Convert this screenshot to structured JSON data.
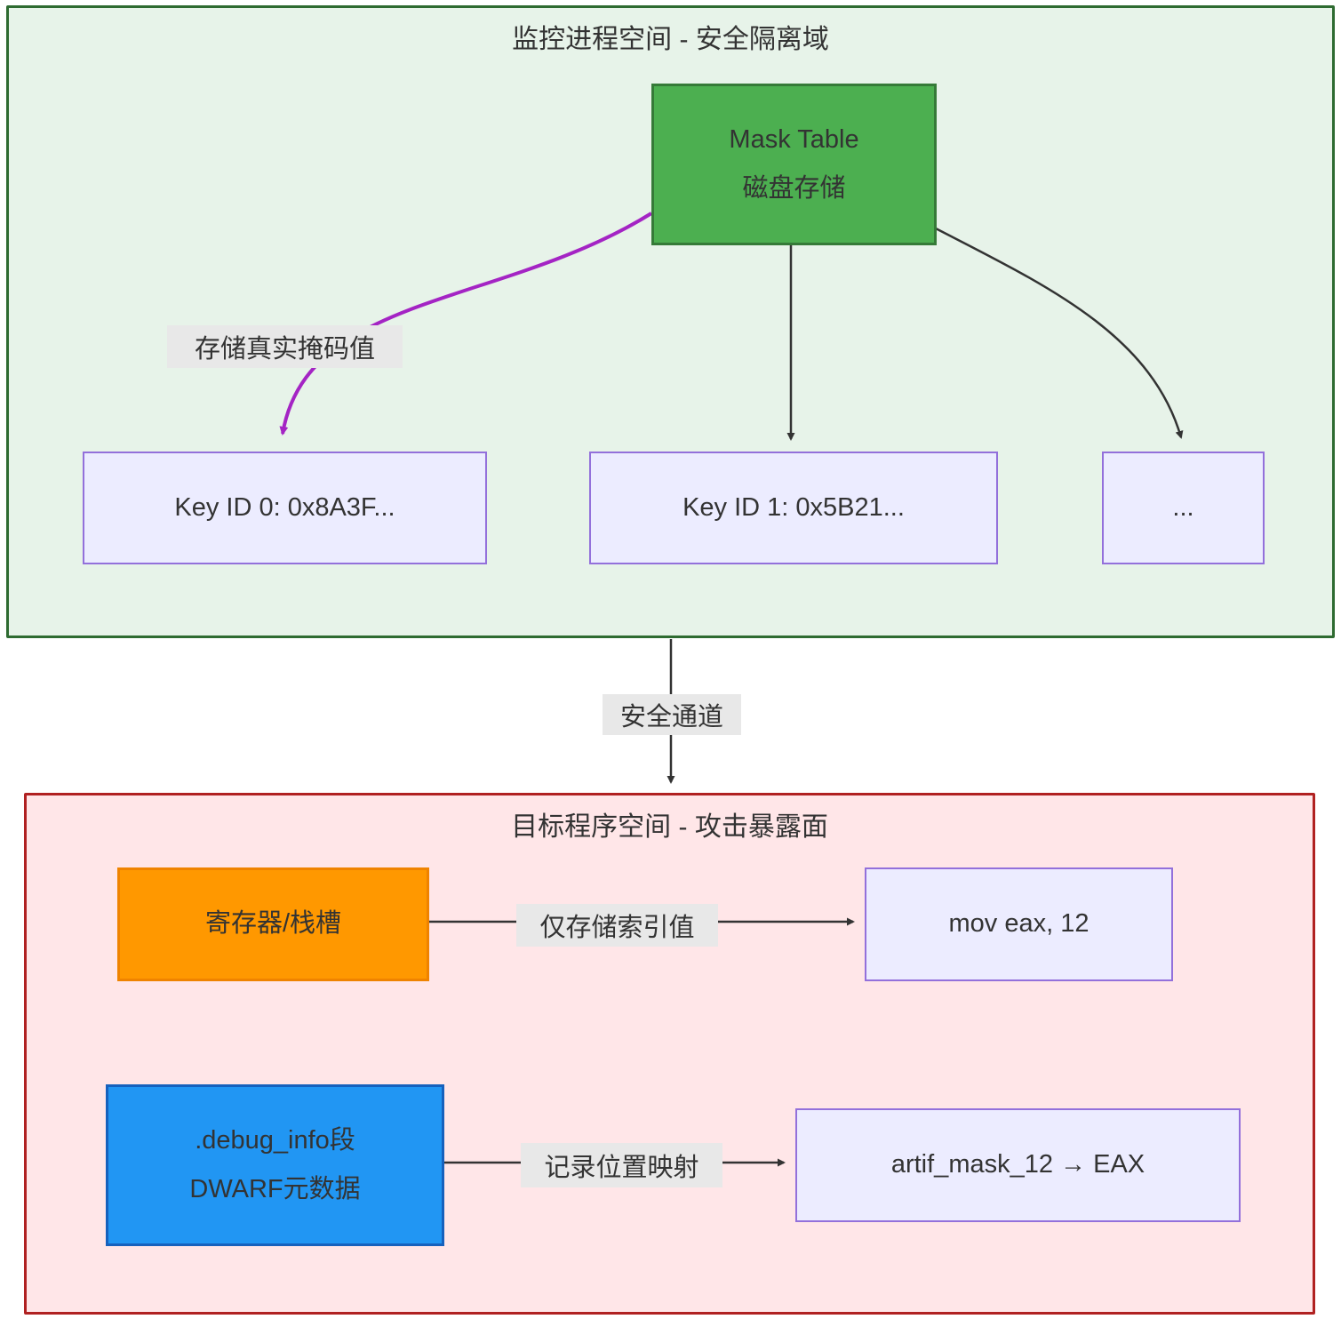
{
  "top_container": {
    "title": "监控进程空间 - 安全隔离域",
    "nodes": {
      "mask_table": {
        "line1": "Mask Table",
        "line2": "磁盘存储"
      },
      "key0": {
        "label": "Key ID 0: 0x8A3F..."
      },
      "key1": {
        "label": "Key ID 1: 0x5B21..."
      },
      "more": {
        "label": "..."
      }
    },
    "edge_labels": {
      "store_real_mask": "存储真实掩码值"
    }
  },
  "channel_label": "安全通道",
  "bottom_container": {
    "title": "目标程序空间 - 攻击暴露面",
    "nodes": {
      "register_slot": {
        "label": "寄存器/栈槽"
      },
      "mov_instr": {
        "label": "mov eax, 12"
      },
      "debug_info": {
        "line1": ".debug_info段",
        "line2": "DWARF元数据"
      },
      "artif_map": {
        "label": "artif_mask_12 → EAX"
      }
    },
    "edge_labels": {
      "index_only": "仅存储索引值",
      "location_map": "记录位置映射"
    }
  },
  "colors": {
    "top-fill": "#e7f3e9",
    "top-border": "#2e6b31",
    "bottom-fill": "#ffe6e8",
    "bottom-border": "#b02121",
    "node-fill": "#ececff",
    "node-border": "#9370db",
    "mask-fill": "#4caf50",
    "mask-border": "#357a38",
    "orange-fill": "#ff9800",
    "orange-border": "#ef8300",
    "blue-fill": "#2196f3",
    "blue-border": "#1661bd",
    "edge": "#333333",
    "purple-edge": "#a424c4",
    "label-bg": "#e8e8e8",
    "text": "#333333"
  }
}
